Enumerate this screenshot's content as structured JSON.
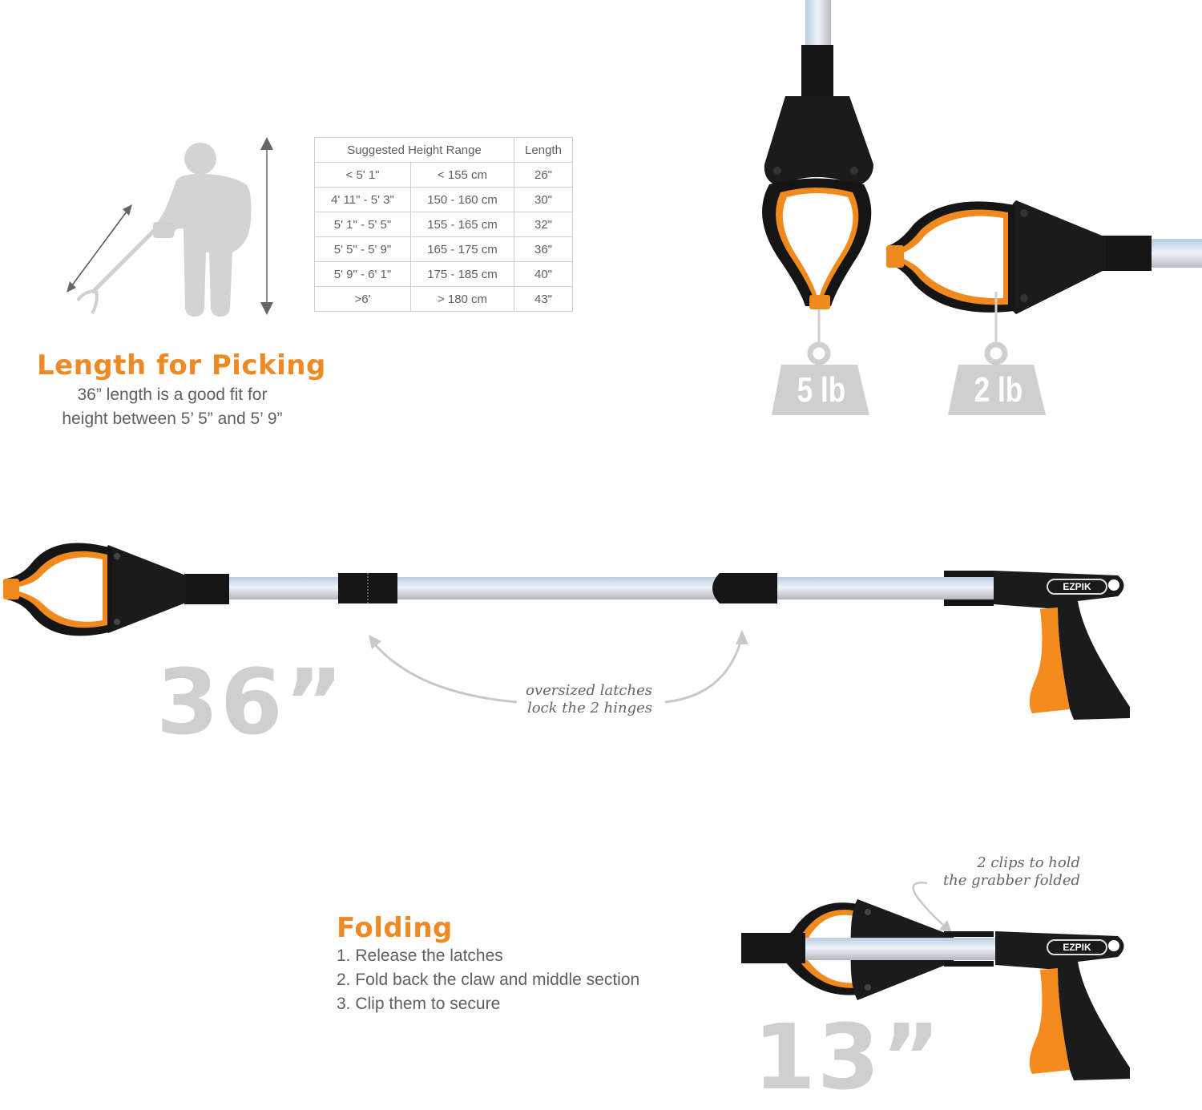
{
  "size_guide": {
    "table": {
      "headers": [
        "Suggested Height Range",
        "Length"
      ],
      "rows": [
        {
          "height_imperial": "< 5' 1\"",
          "height_metric": "< 155 cm",
          "length": "26\""
        },
        {
          "height_imperial": "4' 11\" - 5' 3\"",
          "height_metric": "150 - 160 cm",
          "length": "30\""
        },
        {
          "height_imperial": "5' 1\" - 5' 5\"",
          "height_metric": "155 - 165 cm",
          "length": "32\""
        },
        {
          "height_imperial": "5' 5\" - 5' 9\"",
          "height_metric": "165 - 175 cm",
          "length": "36\""
        },
        {
          "height_imperial": "5' 9\" - 6' 1\"",
          "height_metric": "175 - 185 cm",
          "length": "40\""
        },
        {
          "height_imperial": ">6'",
          "height_metric": "> 180 cm",
          "length": "43\""
        }
      ]
    },
    "title": "Length for Picking",
    "caption_line1": "36” length is a good fit for",
    "caption_line2": "height between 5’ 5” and 5’ 9”",
    "icon": "person-with-grabber-icon"
  },
  "grip_strength": {
    "vertical_weight": "5 lb",
    "horizontal_weight": "2 lb",
    "icon": "weight-icon"
  },
  "extended": {
    "length_label": "36”",
    "note_line1": "oversized latches",
    "note_line2": "lock the 2 hinges",
    "brand": "EZPIK"
  },
  "folding": {
    "title": "Folding",
    "steps": [
      "1. Release the latches",
      "2. Fold back the claw and middle section",
      "3. Clip them to secure"
    ],
    "note_line1": "2 clips to hold",
    "note_line2": "the grabber folded",
    "length_label": "13”",
    "brand": "EZPIK"
  },
  "colors": {
    "accent_orange": "#ee8a25",
    "text_gray": "#5f5f5f",
    "light_gray": "#cfcfcf",
    "black": "#1a1a1a",
    "aluminum": "#c9d6e4"
  }
}
